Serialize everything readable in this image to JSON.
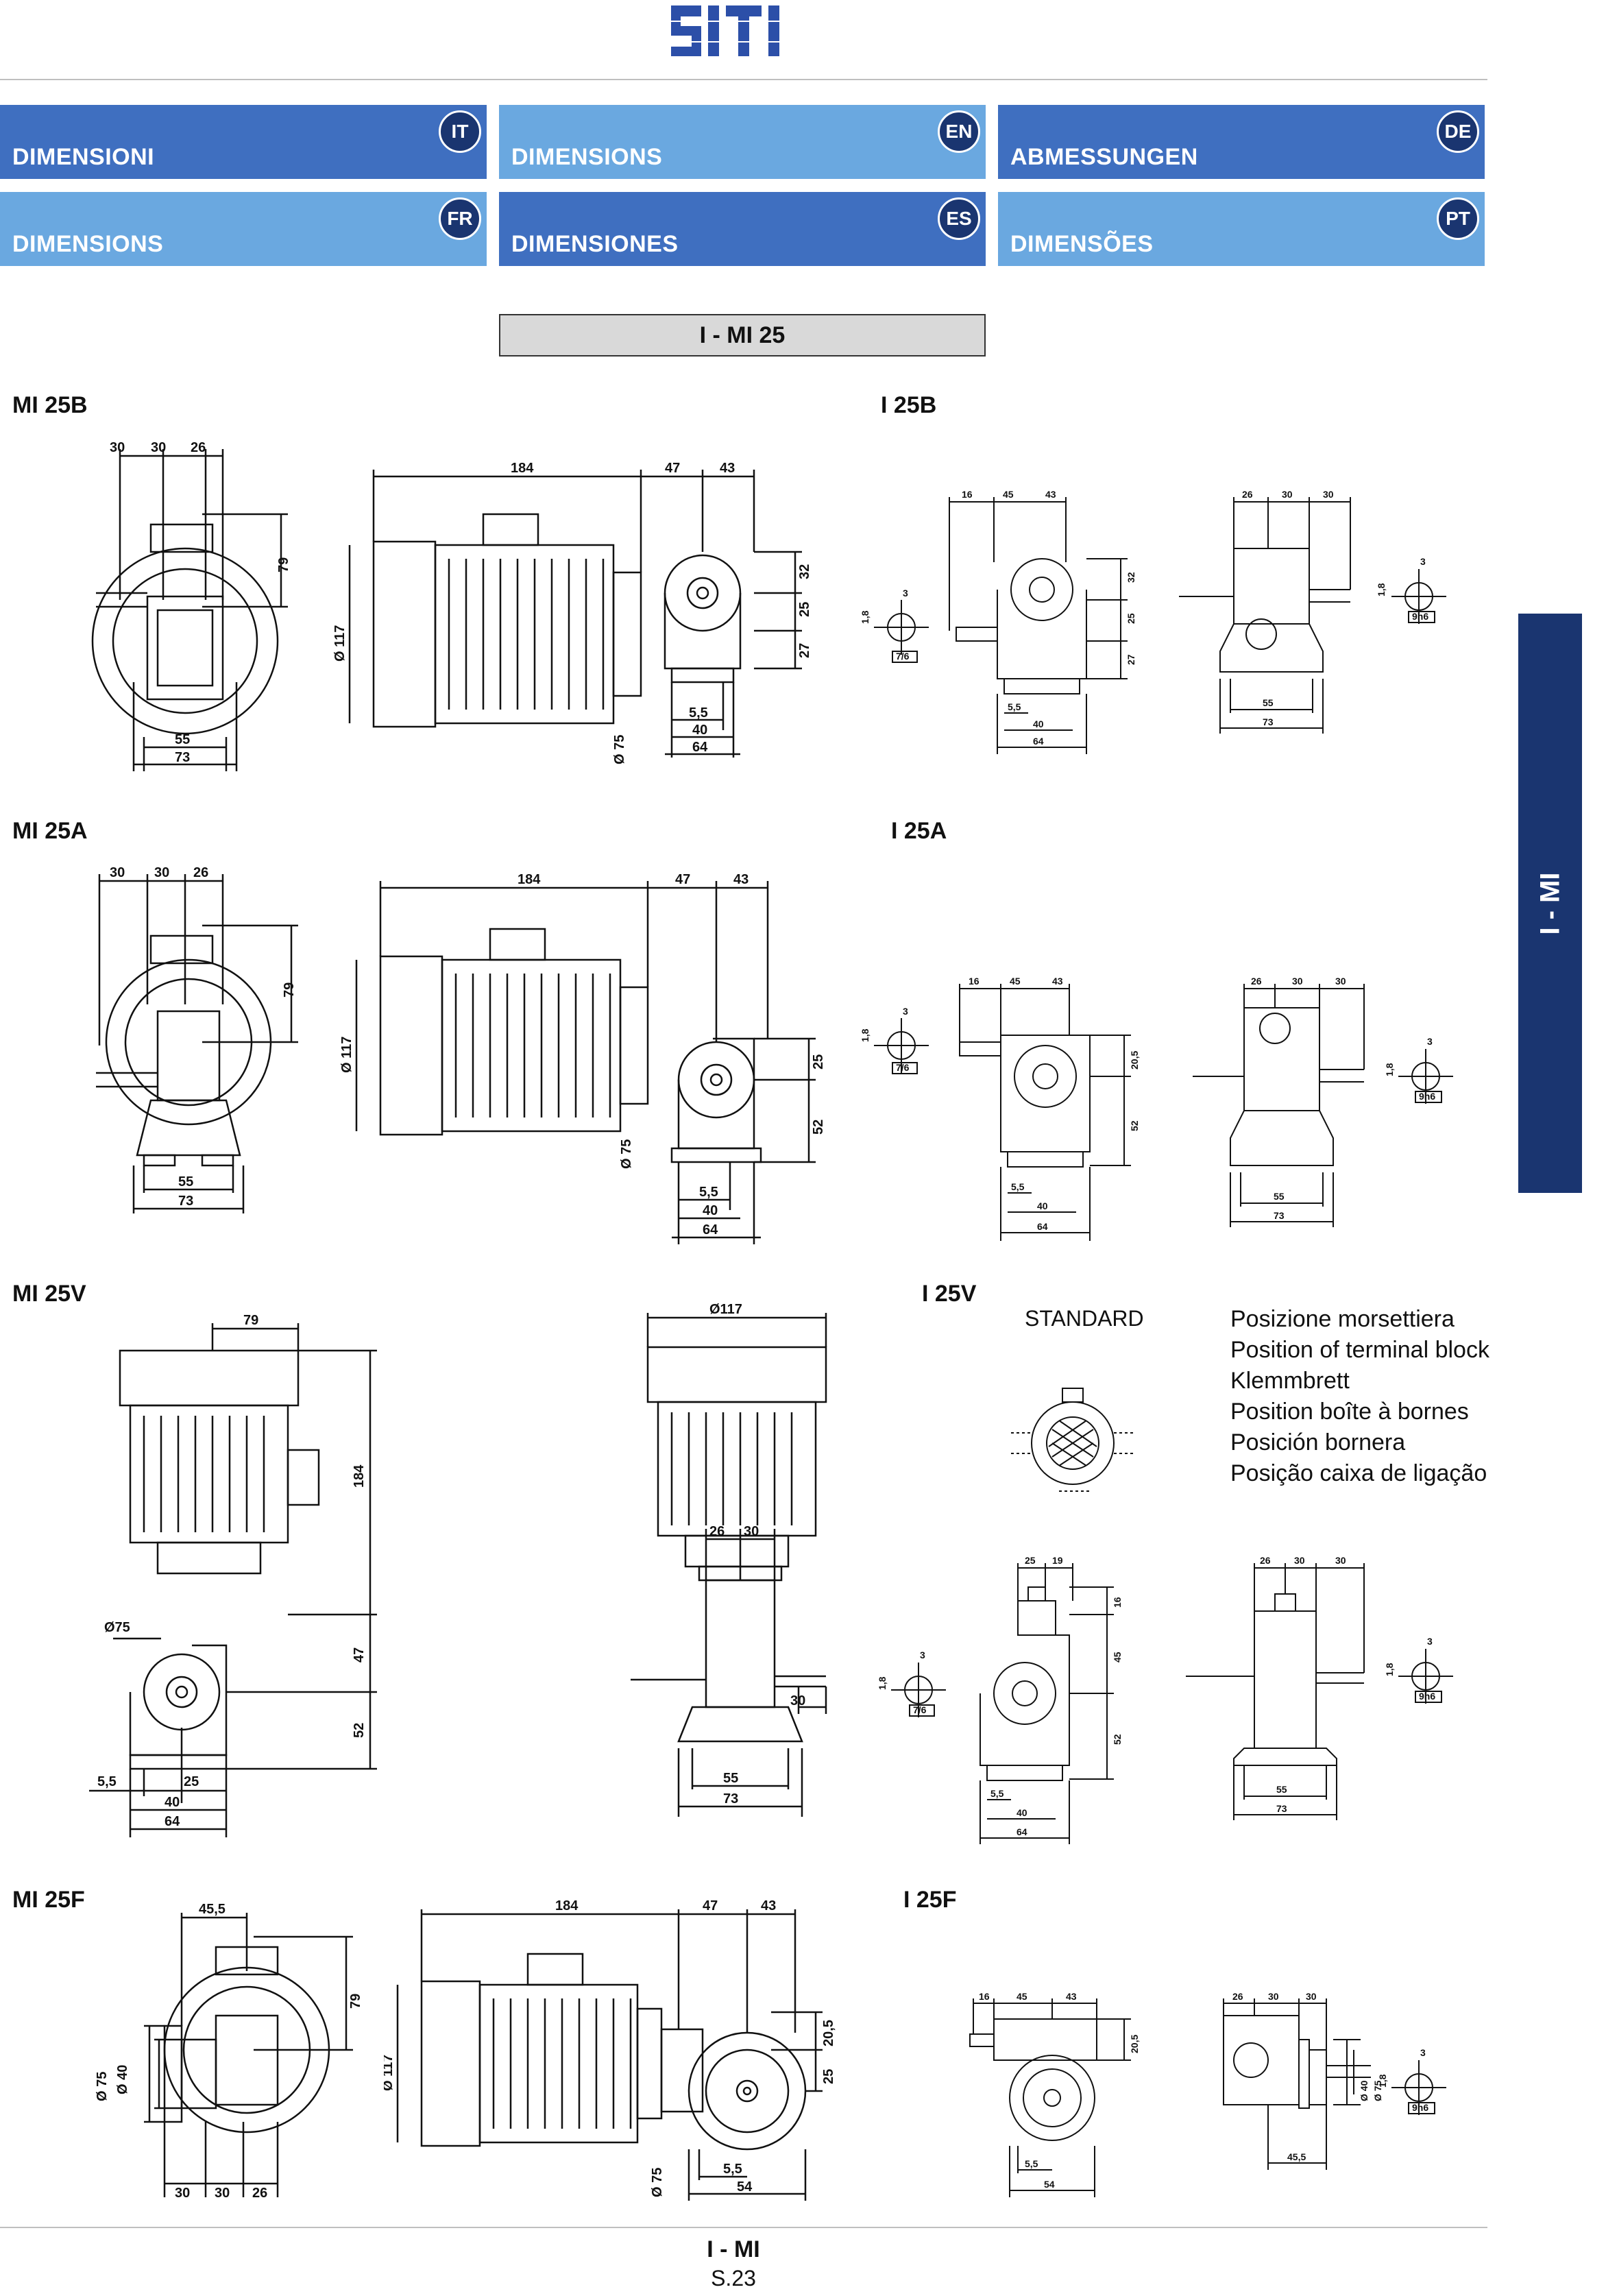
{
  "brand": {
    "logo_text": "SITI"
  },
  "languages": [
    {
      "code": "IT",
      "label": "DIMENSIONI"
    },
    {
      "code": "EN",
      "label": "DIMENSIONS"
    },
    {
      "code": "DE",
      "label": "ABMESSUNGEN"
    },
    {
      "code": "FR",
      "label": "DIMENSIONS"
    },
    {
      "code": "ES",
      "label": "DIMENSIONES"
    },
    {
      "code": "PT",
      "label": "DIMENSÕES"
    }
  ],
  "section_title": "I - MI 25",
  "side_tab": "I - MI",
  "rows": [
    {
      "left": "MI 25B",
      "right": "I 25B"
    },
    {
      "left": "MI 25A",
      "right": "I 25A"
    },
    {
      "left": "MI 25V",
      "right": "I 25V"
    },
    {
      "left": "MI 25F",
      "right": "I 25F"
    }
  ],
  "dims": {
    "d30": "30",
    "d26": "26",
    "d79": "79",
    "d55": "55",
    "d73": "73",
    "d184": "184",
    "d47": "47",
    "d43": "43",
    "d32": "32",
    "d25": "25",
    "d27": "27",
    "d52": "52",
    "d117": "Ø 117",
    "d75": "Ø 75",
    "d75b": "Ø75",
    "d40": "40",
    "d64": "64",
    "d55b": "5,5",
    "d16": "16",
    "d45": "45",
    "d3": "3",
    "d18": "1,8",
    "d76": "7/6",
    "d9h6": "9h6",
    "d205": "20,5",
    "d19": "19",
    "d117v": "Ø117",
    "d455": "45,5",
    "d40f": "Ø 40",
    "d75f": "Ø 75",
    "d54": "54",
    "dphi": "Ø"
  },
  "terminal": {
    "standard": "STANDARD",
    "lines": [
      "Posizione morsettiera",
      "Position of terminal block",
      "Klemmbrett",
      "Position boîte à bornes",
      "Posición bornera",
      "Posição caixa de ligação"
    ]
  },
  "footer": {
    "title": "I - MI",
    "page": "S.23"
  },
  "colors": {
    "dark_blue": "#1a3570",
    "blue": "#3f6fc0",
    "light_blue": "#6aa8e0"
  }
}
